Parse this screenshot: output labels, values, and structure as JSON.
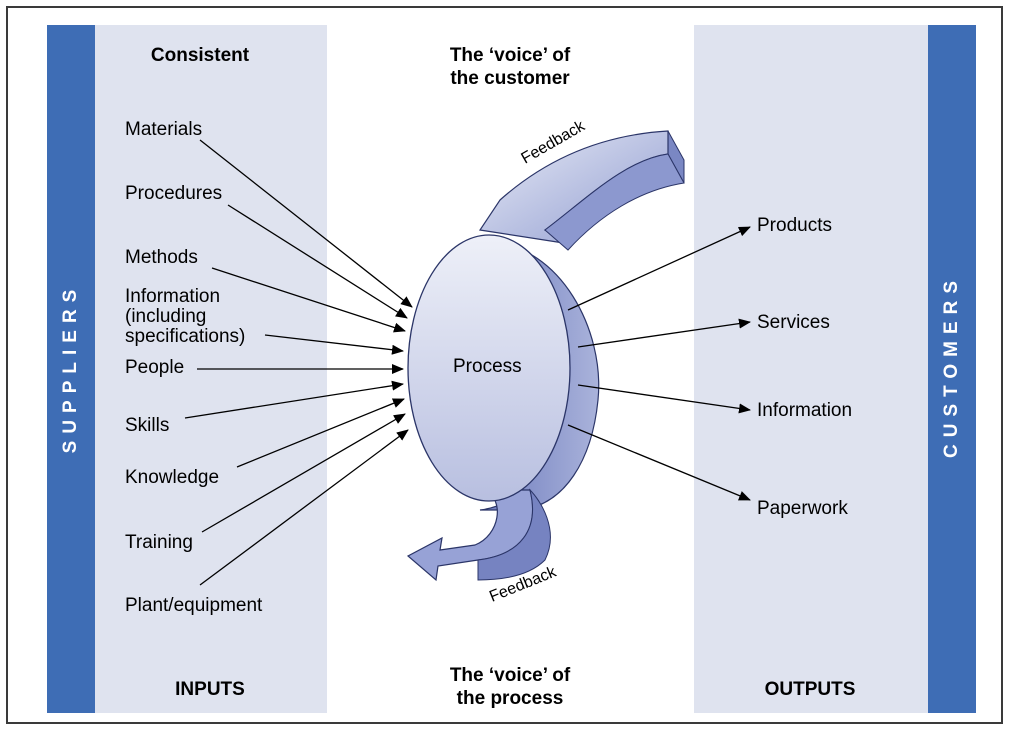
{
  "side_bands": {
    "left": "SUPPLIERS",
    "right": "CUSTOMERS"
  },
  "headings": {
    "top_left": "Consistent",
    "top_center_line1": "The ‘voice’ of",
    "top_center_line2": "the customer",
    "bottom_left": "INPUTS",
    "bottom_center_line1": "The ‘voice’ of",
    "bottom_center_line2": "the process",
    "bottom_right": "OUTPUTS"
  },
  "inputs": {
    "materials": "Materials",
    "procedures": "Procedures",
    "methods": "Methods",
    "information_line1": "Information",
    "information_line2": "(including",
    "information_line3": "specifications)",
    "people": "People",
    "skills": "Skills",
    "knowledge": "Knowledge",
    "training": "Training",
    "plant_equipment": "Plant/equipment"
  },
  "process": {
    "label": "Process",
    "feedback_top": "Feedback",
    "feedback_bottom": "Feedback"
  },
  "outputs": {
    "products": "Products",
    "services": "Services",
    "information": "Information",
    "paperwork": "Paperwork"
  },
  "colors": {
    "band_dark": "#3e6db5",
    "band_light": "#dfe3ef",
    "process_fill": "#c9cfe8",
    "process_side": "#7f8cc6"
  }
}
